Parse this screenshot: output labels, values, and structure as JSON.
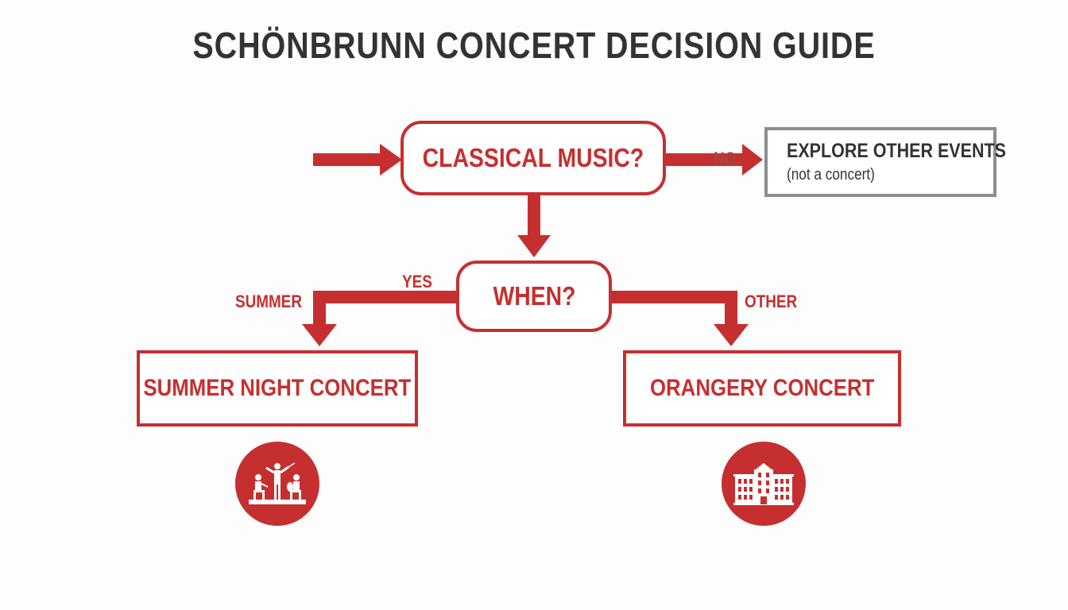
{
  "title": "SCHÖNBRUNN CONCERT DECISION GUIDE",
  "colors": {
    "accent": "#c62f2f",
    "text": "#333333",
    "neutral_border": "#8d8d8d"
  },
  "nodes": {
    "classical": "CLASSICAL MUSIC?",
    "when": "WHEN?",
    "explore_title": "EXPLORE OTHER EVENTS",
    "explore_sub": "(not a concert)",
    "summer_concert": "SUMMER NIGHT CONCERT",
    "orangery_concert": "ORANGERY CONCERT"
  },
  "edge_labels": {
    "no": "NO",
    "yes": "YES",
    "summer": "SUMMER",
    "other": "OTHER"
  },
  "icons": {
    "left": "orchestra-icon",
    "right": "palace-building-icon"
  }
}
